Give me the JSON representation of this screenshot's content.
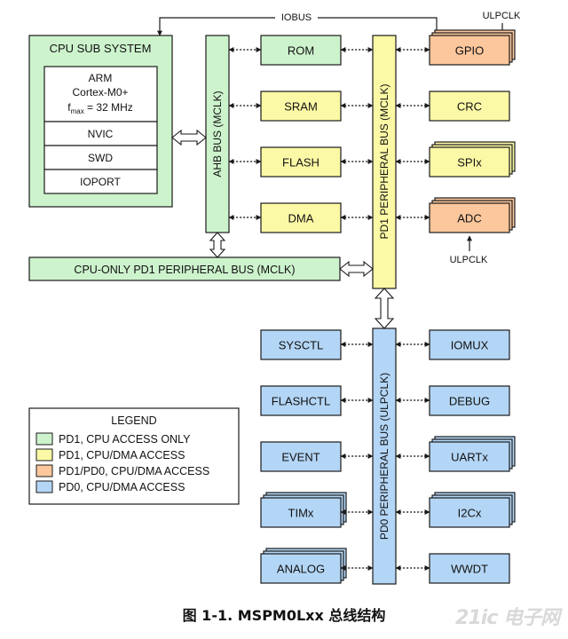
{
  "colors": {
    "green": "#cdf3cd",
    "yellow": "#fcf9a6",
    "orange": "#fcc79c",
    "blue": "#b4d6f6",
    "line": "#1a1a1a"
  },
  "labels": {
    "iobus": "IOBUS",
    "ulpclk_top": "ULPCLK",
    "ulpclk_adc": "ULPCLK",
    "cpu_subsystem": "CPU SUB SYSTEM",
    "arm_l1": "ARM",
    "arm_l2": "Cortex-M0+",
    "arm_f": "f",
    "arm_sub": "max",
    "arm_rest": " = 32 MHz",
    "nvic": "NVIC",
    "swd": "SWD",
    "ioport": "IOPORT",
    "ahb_bus": "AHB BUS (MCLK)",
    "pd1_bus": "PD1 PERIPHERAL BUS (MCLK)",
    "pd0_bus": "PD0 PERIPHERAL BUS (ULPCLK)",
    "cpu_only_bus": "CPU-ONLY  PD1 PERIPHERAL BUS (MCLK)"
  },
  "ahb_modules": [
    {
      "label": "ROM"
    },
    {
      "label": "SRAM"
    },
    {
      "label": "FLASH"
    },
    {
      "label": "DMA"
    }
  ],
  "pd1_modules": [
    {
      "label": "GPIO",
      "type": "pd1_pd0"
    },
    {
      "label": "CRC",
      "type": "pd1"
    },
    {
      "label": "SPIx",
      "type": "pd1"
    },
    {
      "label": "ADC",
      "type": "pd1_pd0"
    }
  ],
  "pd0_left": [
    {
      "label": "SYSCTL"
    },
    {
      "label": "FLASHCTL"
    },
    {
      "label": "EVENT"
    },
    {
      "label": "TIMx"
    },
    {
      "label": "ANALOG"
    }
  ],
  "pd0_right": [
    {
      "label": "IOMUX"
    },
    {
      "label": "DEBUG"
    },
    {
      "label": "UARTx"
    },
    {
      "label": "I2Cx"
    },
    {
      "label": "WWDT"
    }
  ],
  "legend": {
    "title": "LEGEND",
    "items": [
      {
        "label": "PD1, CPU ACCESS ONLY",
        "color": "#cdf3cd"
      },
      {
        "label": "PD1, CPU/DMA ACCESS",
        "color": "#fcf9a6"
      },
      {
        "label": "PD1/PD0, CPU/DMA ACCESS",
        "color": "#fcc79c"
      },
      {
        "label": "PD0, CPU/DMA ACCESS",
        "color": "#b4d6f6"
      }
    ]
  },
  "caption": {
    "prefix": "图 1-1. ",
    "name": "MSPM0Lxx",
    "suffix": " 总线结构"
  },
  "watermark": "21ic 电子网"
}
